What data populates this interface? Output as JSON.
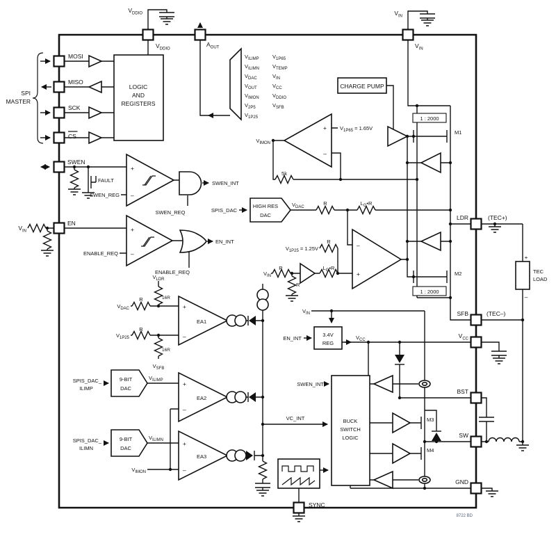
{
  "meta": {
    "note": "8722 BD"
  },
  "pins": {
    "vddio": {
      "m": "V",
      "s": "DDIO"
    },
    "aout": {
      "m": "A",
      "s": "OUT"
    },
    "vin": {
      "m": "V",
      "s": "IN"
    },
    "vcc": {
      "m": "V",
      "s": "CC"
    },
    "mosi": "MOSI",
    "miso": "MISO",
    "sck": "SCK",
    "cs": "CS",
    "swen": "SWEN",
    "en": "EN",
    "ldr": "LDR",
    "sfb": "SFB",
    "bst": "BST",
    "sw": "SW",
    "gnd": "GND",
    "sync": "SYNC",
    "tecp": "(TEC+)",
    "tecn": "(TEC–)",
    "tec_load_l1": "TEC",
    "tec_load_l2": "LOAD",
    "spi_l1": "SPI",
    "spi_l2": "MASTER"
  },
  "blocks": {
    "logic_l1": "LOGIC",
    "logic_l2": "AND",
    "logic_l3": "REGISTERS",
    "charge_pump": "CHARGE PUMP",
    "hrdac_l1": "HIGH RES",
    "hrdac_l2": "DAC",
    "dac9_l1": "9-BIT",
    "dac9_l2": "DAC",
    "reg_l1": "3.4V",
    "reg_l2": "REG",
    "buck_l1": "BUCK",
    "buck_l2": "SWITCH",
    "buck_l3": "LOGIC"
  },
  "mux": {
    "col1": [
      {
        "m": "V",
        "s": "ILIMP"
      },
      {
        "m": "V",
        "s": "ILIMN"
      },
      {
        "m": "V",
        "s": "DAC"
      },
      {
        "m": "V",
        "s": "OUT"
      },
      {
        "m": "V",
        "s": "IMON"
      },
      {
        "m": "V",
        "s": "2P5"
      },
      {
        "m": "V",
        "s": "1P25"
      }
    ],
    "col2": [
      {
        "m": "V",
        "s": "1P65"
      },
      {
        "m": "V",
        "s": "TEMP"
      },
      {
        "m": "V",
        "s": "IN"
      },
      {
        "m": "V",
        "s": "CC"
      },
      {
        "m": "V",
        "s": "DDIO"
      },
      {
        "m": "V",
        "s": "SFB"
      }
    ]
  },
  "sig": {
    "fault": "FAULT",
    "swen_reg": "SWEN_REG",
    "swen_req": "SWEN_REQ",
    "swen_int": "SWEN_INT",
    "enable_req": "ENABLE_REQ",
    "en_int": "EN_INT",
    "spis_dac": "SPIS_DAC",
    "spis_dac_l1": "SPIS_DAC_",
    "ilimp": "ILIMP",
    "ilimn": "ILIMN",
    "vdac": {
      "m": "V",
      "s": "DAC"
    },
    "vimon": {
      "m": "V",
      "s": "IMON"
    },
    "v1p25": {
      "m": "V",
      "s": "1P25"
    },
    "vldr": {
      "m": "V",
      "s": "LDR"
    },
    "vsfb": {
      "m": "V",
      "s": "SFB"
    },
    "vilimp": {
      "m": "V",
      "s": "ILIMP"
    },
    "vilimn": {
      "m": "V",
      "s": "ILIMN"
    },
    "v1p65eq": {
      "m": "V",
      "s": "1P65",
      "eq": " = 1.65V"
    },
    "v1p25eq": {
      "m": "V",
      "s": "1P25",
      "eq": " = 1.25V"
    },
    "vin": {
      "m": "V",
      "s": "IN"
    },
    "vcc": {
      "m": "V",
      "s": "CC"
    },
    "vc_int": "VC_INT",
    "r": "R",
    "r16": "16R",
    "r5k": "5k",
    "lgr": {
      "m": "L",
      "s": "G",
      "eq": "•R"
    },
    "ratio": "1 : 2000",
    "m1": "M1",
    "m2": "M2",
    "m3": "M3",
    "m4": "M4",
    "ea1": "EA1",
    "ea2": "EA2",
    "ea3": "EA3",
    "plus": "+",
    "minus": "–"
  }
}
